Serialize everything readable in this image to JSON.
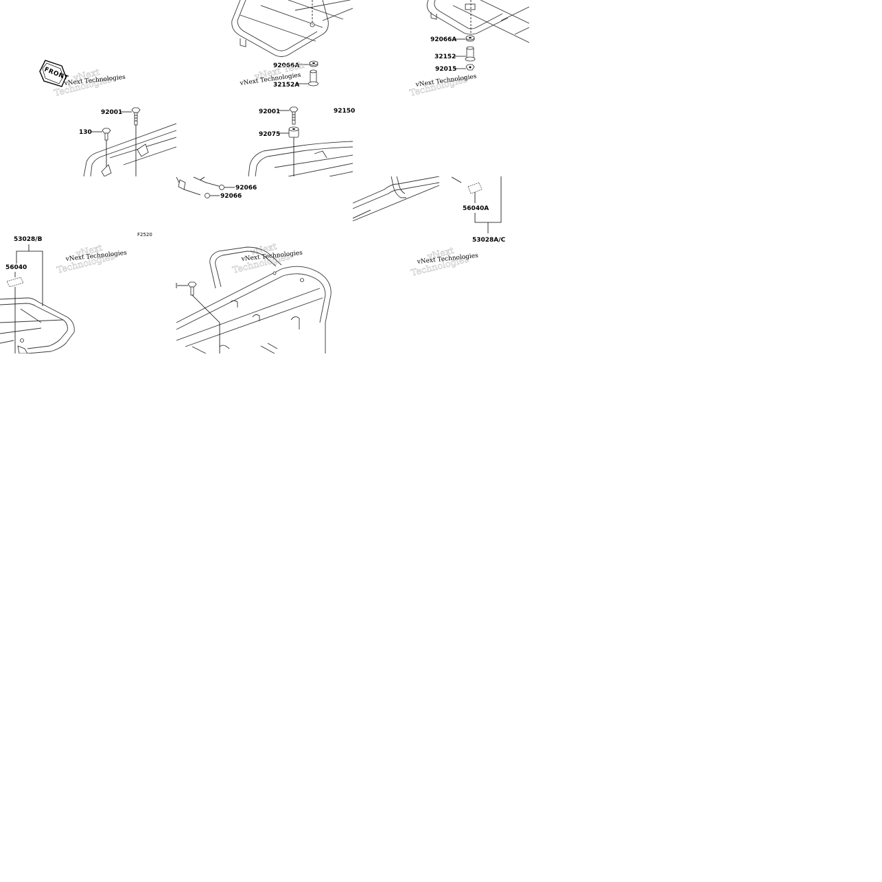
{
  "diagram": {
    "front_label": "FRONT",
    "figure_code": "F2520",
    "watermark_text": "vNext Technologies",
    "part_labels": [
      "92066A",
      "32152A",
      "92066A",
      "32152",
      "92015",
      "92001",
      "130",
      "92001",
      "92075",
      "92150",
      "92066",
      "92066",
      "56040A",
      "53028A/C",
      "53028/B",
      "56040"
    ]
  }
}
